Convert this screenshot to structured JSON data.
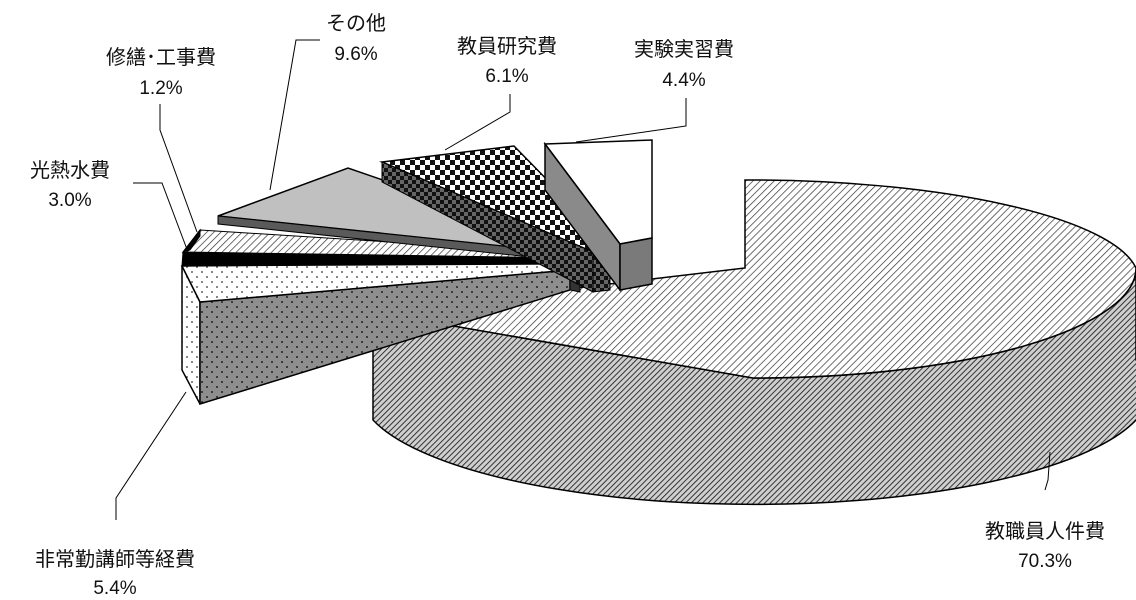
{
  "chart_data": {
    "type": "pie",
    "title": "",
    "slices": [
      {
        "label": "教職員人件費",
        "value_text": "70.3%",
        "value": 70.3
      },
      {
        "label": "非常勤講師等経費",
        "value_text": "5.4%",
        "value": 5.4
      },
      {
        "label": "光熱水費",
        "value_text": "3.0%",
        "value": 3.0
      },
      {
        "label": "修繕･工事費",
        "value_text": "1.2%",
        "value": 1.2
      },
      {
        "label": "その他",
        "value_text": "9.6%",
        "value": 9.6
      },
      {
        "label": "教員研究費",
        "value_text": "6.1%",
        "value": 6.1
      },
      {
        "label": "実験実習費",
        "value_text": "4.4%",
        "value": 4.4
      }
    ]
  }
}
